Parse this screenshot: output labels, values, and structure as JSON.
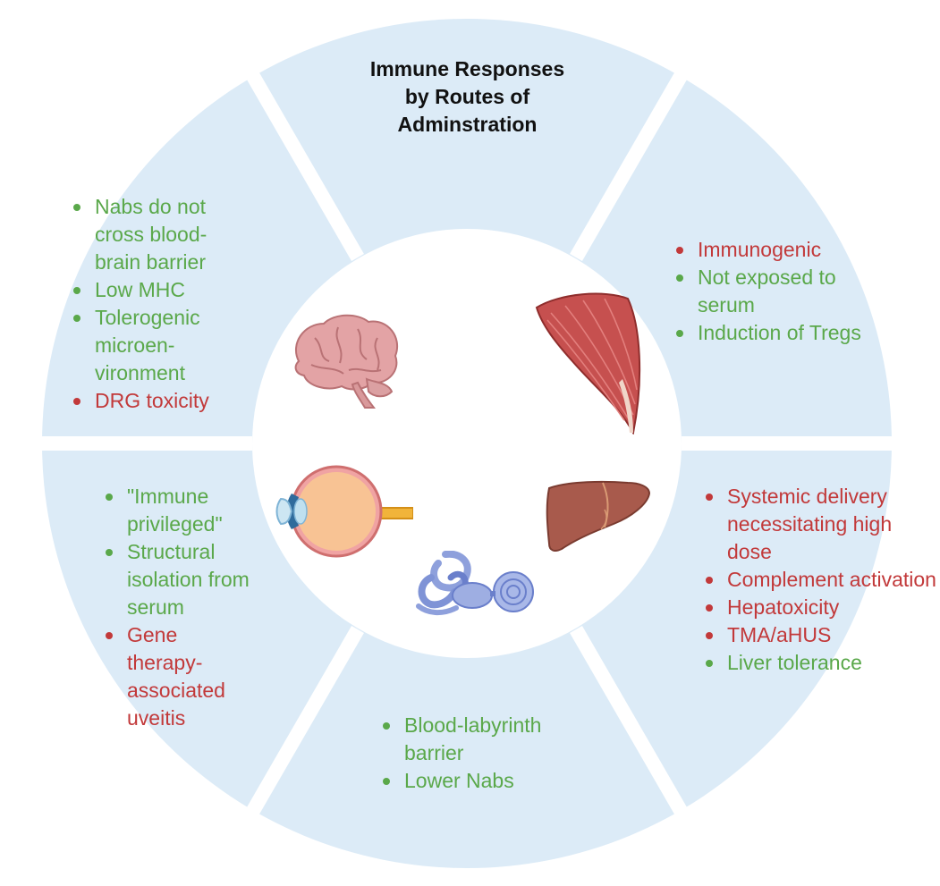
{
  "title": "Immune Responses by Routes of Adminstration",
  "colors": {
    "segment": "#dcebf7",
    "separator": "#ffffff",
    "positive": "#5aa84a",
    "negative": "#c2393a"
  },
  "segments": {
    "brain": {
      "organ": "brain-icon",
      "items": [
        {
          "text": "Nabs do not cross blood-brain barrier",
          "tone": "positive"
        },
        {
          "text": "Low MHC",
          "tone": "positive"
        },
        {
          "text": "Tolerogenic microen-vironment",
          "tone": "positive"
        },
        {
          "text": "DRG toxicity",
          "tone": "negative"
        }
      ]
    },
    "muscle": {
      "organ": "muscle-icon",
      "items": [
        {
          "text": "Immunogenic",
          "tone": "negative"
        },
        {
          "text": "Not exposed to serum",
          "tone": "positive"
        },
        {
          "text": "Induction of Tregs",
          "tone": "positive"
        }
      ]
    },
    "liver": {
      "organ": "liver-icon",
      "items": [
        {
          "text": "Systemic delivery necessitating high dose",
          "tone": "negative"
        },
        {
          "text": "Complement activation",
          "tone": "negative"
        },
        {
          "text": "Hepatoxicity",
          "tone": "negative"
        },
        {
          "text": "TMA/aHUS",
          "tone": "negative"
        },
        {
          "text": "Liver tolerance",
          "tone": "positive"
        }
      ]
    },
    "ear": {
      "organ": "inner-ear-icon",
      "items": [
        {
          "text": "Blood-labyrinth barrier",
          "tone": "positive"
        },
        {
          "text": "Lower Nabs",
          "tone": "positive"
        }
      ]
    },
    "eye": {
      "organ": "eye-icon",
      "items": [
        {
          "text": "\"Immune privileged\"",
          "tone": "positive"
        },
        {
          "text": "Structural isolation from serum",
          "tone": "positive"
        },
        {
          "text": "Gene therapy-associated uveitis",
          "tone": "negative"
        }
      ]
    }
  }
}
